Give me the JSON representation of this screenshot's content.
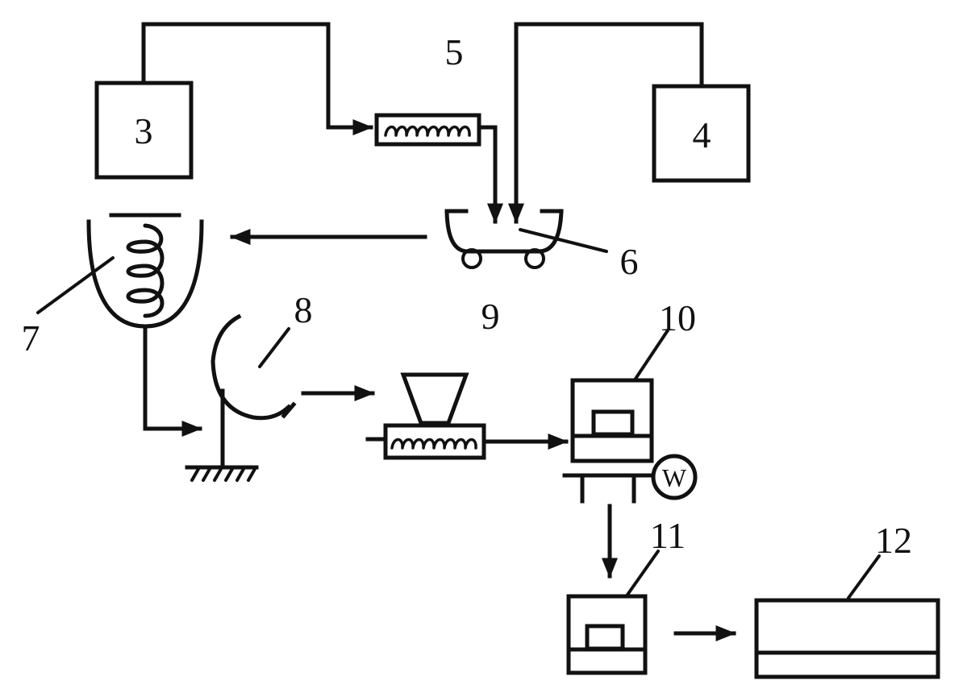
{
  "labels": {
    "unit_3": "3",
    "unit_4": "4",
    "unit_5": "5",
    "unit_6": "6",
    "unit_7": "7",
    "unit_8": "8",
    "unit_9": "9",
    "unit_10": "10",
    "unit_11": "11",
    "unit_12": "12",
    "scale_symbol": "W"
  }
}
